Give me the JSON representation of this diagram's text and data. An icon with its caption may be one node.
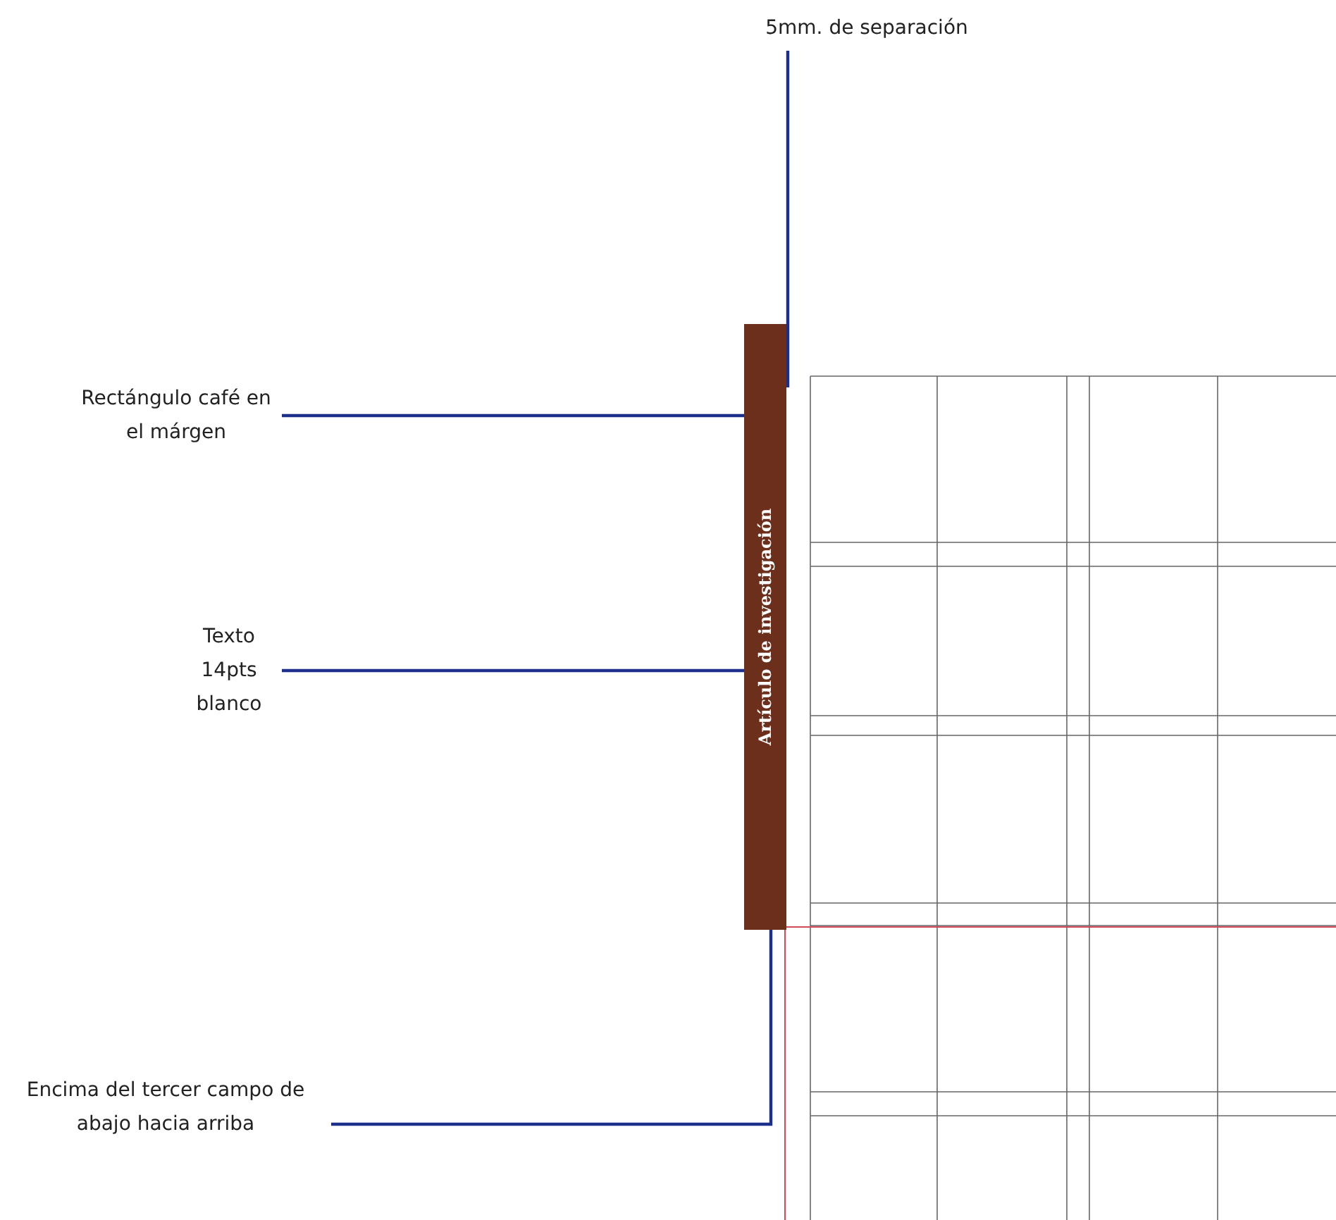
{
  "diagram": {
    "nodes": [
      {
        "text": [
          "5mm. de separación"
        ]
      },
      {
        "text": [
          "Rectángulo café en el márgen"
        ]
      },
      {
        "text": [
          "Artículo de investigación"
        ]
      },
      {
        "text": [
          "Texto 14pts blanco"
        ]
      },
      {
        "text": [
          "Encima del tercer campo de abajo hacia arriba"
        ]
      }
    ],
    "edges": [
      {
        "from": 0,
        "to": 2,
        "arrow": "none"
      },
      {
        "from": 1,
        "to": 2,
        "arrow": "none"
      },
      {
        "from": 3,
        "to": 2,
        "arrow": "none"
      },
      {
        "from": 4,
        "to": 2,
        "arrow": "none"
      }
    ]
  }
}
